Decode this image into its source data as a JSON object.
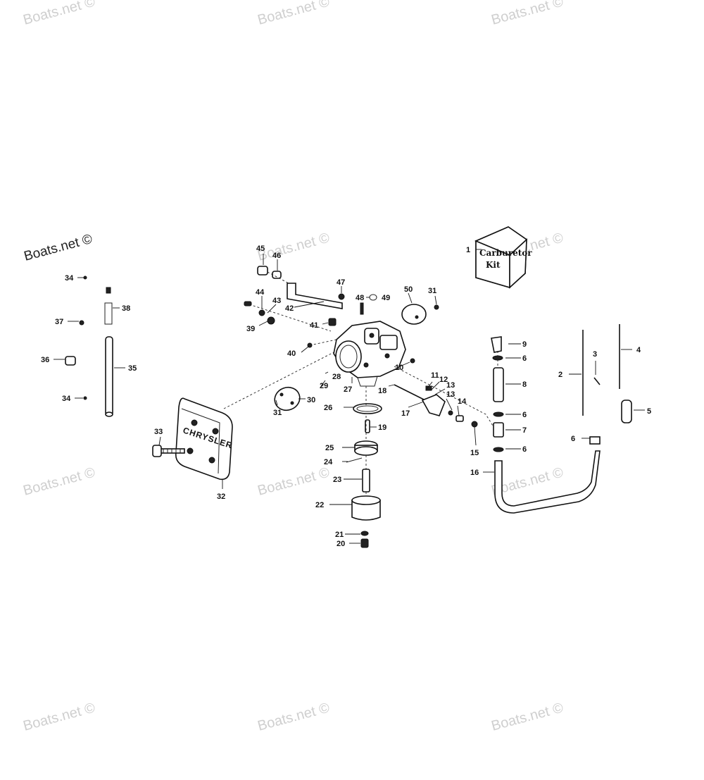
{
  "watermarks": {
    "top_left": "Boats.net ©",
    "top_center": "Boats.net ©",
    "top_right": "Boats.net ©",
    "upper_left": "Boats.net ©",
    "mid_center": "Boats.net ©",
    "mid_right": "Boats.net ©",
    "lower_left": "Boats.net ©",
    "lower_center": "Boats.net ©",
    "lower_right": "Boats.net ©",
    "bottom_left": "Boats.net ©",
    "bottom_center": "Boats.net ©",
    "bottom_right": "Boats.net ©"
  },
  "kit": {
    "line1": "Carburetor",
    "line2": "Kit"
  },
  "cover_text": "CHRYSLER",
  "callouts": {
    "c1": "1",
    "c2": "2",
    "c3": "3",
    "c4": "4",
    "c5": "5",
    "c6a": "6",
    "c6b": "6",
    "c6c": "6",
    "c6d": "6",
    "c7": "7",
    "c8": "8",
    "c9": "9",
    "c10": "10",
    "c11": "11",
    "c12": "12",
    "c13a": "13",
    "c13b": "13",
    "c14": "14",
    "c15": "15",
    "c16": "16",
    "c17": "17",
    "c18": "18",
    "c19": "19",
    "c20": "20",
    "c21": "21",
    "c22": "22",
    "c23": "23",
    "c24": "24",
    "c25": "25",
    "c26": "26",
    "c27": "27",
    "c28": "28",
    "c29": "29",
    "c30": "30",
    "c31a": "31",
    "c31b": "31",
    "c32": "32",
    "c33": "33",
    "c34a": "34",
    "c34b": "34",
    "c35": "35",
    "c36": "36",
    "c37": "37",
    "c38": "38",
    "c39": "39",
    "c40": "40",
    "c41": "41",
    "c42": "42",
    "c43": "43",
    "c44": "44",
    "c45": "45",
    "c46": "46",
    "c47": "47",
    "c48": "48",
    "c49": "49",
    "c50": "50"
  }
}
